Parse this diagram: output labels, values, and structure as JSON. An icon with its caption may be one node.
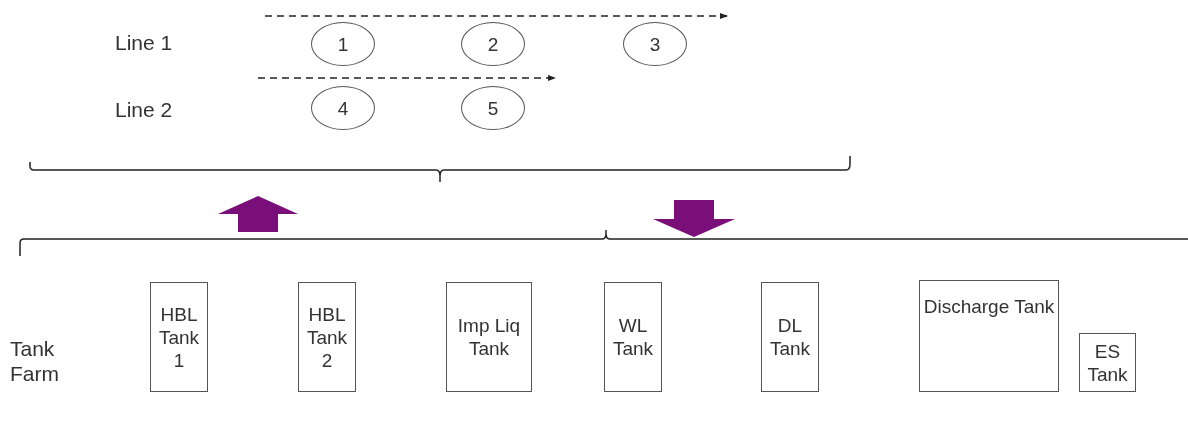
{
  "diagram": {
    "nodes": [
      {
        "text": [
          "1"
        ]
      },
      {
        "text": [
          "2"
        ]
      },
      {
        "text": [
          "3"
        ]
      },
      {
        "text": [
          "4"
        ]
      },
      {
        "text": [
          "5"
        ]
      },
      {
        "text": [
          "HBL Tank 1"
        ]
      },
      {
        "text": [
          "HBL Tank 2"
        ]
      },
      {
        "text": [
          "Imp Liq Tank"
        ]
      },
      {
        "text": [
          "WL Tank"
        ]
      },
      {
        "text": [
          "DL Tank"
        ]
      },
      {
        "text": [
          "Discharge Tank"
        ]
      },
      {
        "text": [
          "ES Tank"
        ]
      }
    ],
    "edges": [],
    "labels": [
      "Line 1",
      "Line 2",
      "Tank Farm"
    ]
  }
}
